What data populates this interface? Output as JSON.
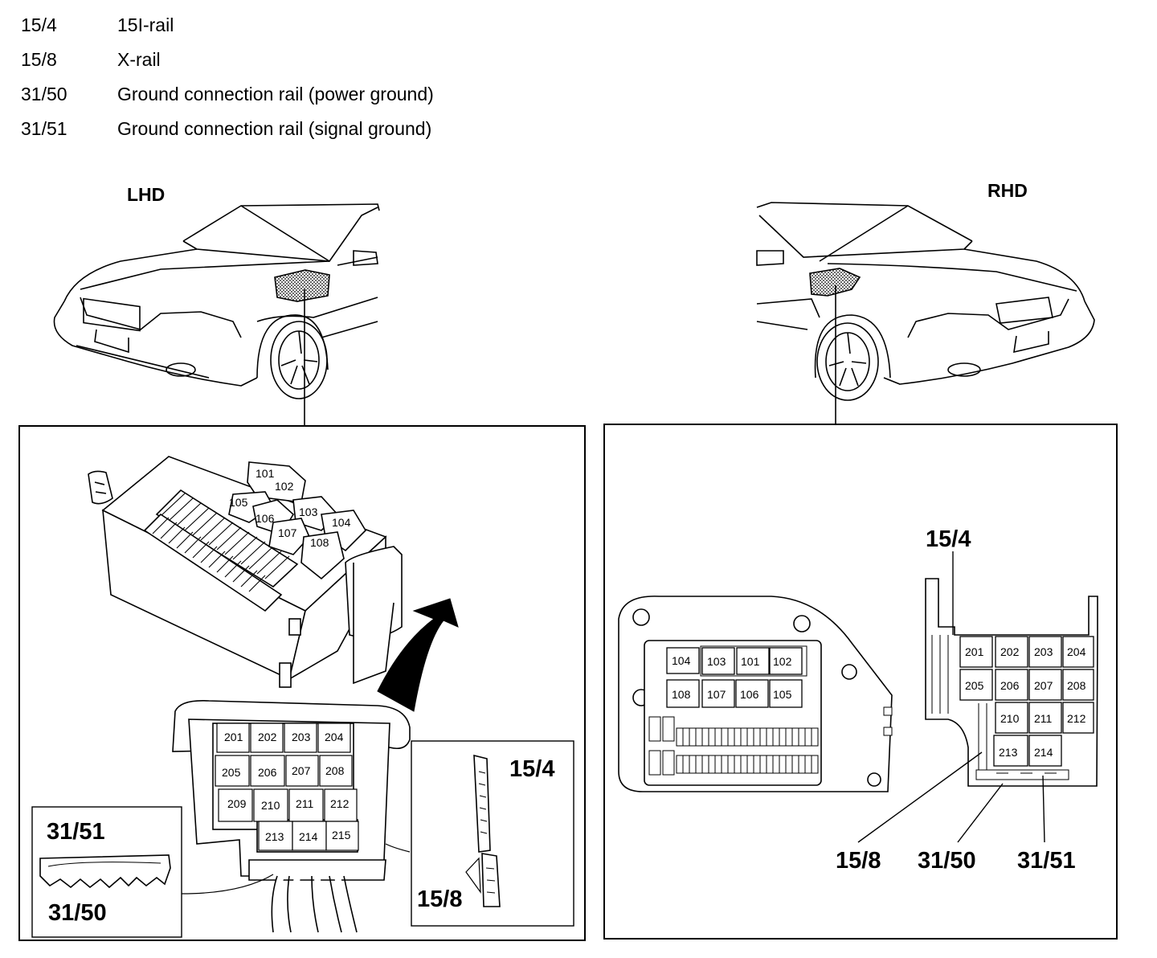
{
  "legend": [
    {
      "code": "15/4",
      "desc": "15I-rail"
    },
    {
      "code": "15/8",
      "desc": "X-rail"
    },
    {
      "code": "31/50",
      "desc": "Ground connection rail (power ground)"
    },
    {
      "code": "31/51",
      "desc": "Ground connection rail (signal ground)"
    }
  ],
  "lhd": {
    "label": "LHD",
    "relays": [
      "101",
      "102",
      "103",
      "104",
      "105",
      "106",
      "107",
      "108"
    ],
    "fuses": [
      "201",
      "202",
      "203",
      "204",
      "205",
      "206",
      "207",
      "208",
      "209",
      "210",
      "211",
      "212",
      "213",
      "214",
      "215"
    ],
    "rail_labels": {
      "r15_4": "15/4",
      "r15_8": "15/8",
      "r31_51": "31/51",
      "r31_50": "31/50"
    }
  },
  "rhd": {
    "label": "RHD",
    "relays": [
      "104",
      "103",
      "101",
      "102",
      "108",
      "107",
      "106",
      "105"
    ],
    "fuses": [
      "201",
      "202",
      "203",
      "204",
      "205",
      "206",
      "207",
      "208",
      "210",
      "211",
      "212",
      "213",
      "214"
    ],
    "rail_labels": {
      "r15_4": "15/4",
      "r15_8": "15/8",
      "r31_50": "31/50",
      "r31_51": "31/51"
    }
  }
}
